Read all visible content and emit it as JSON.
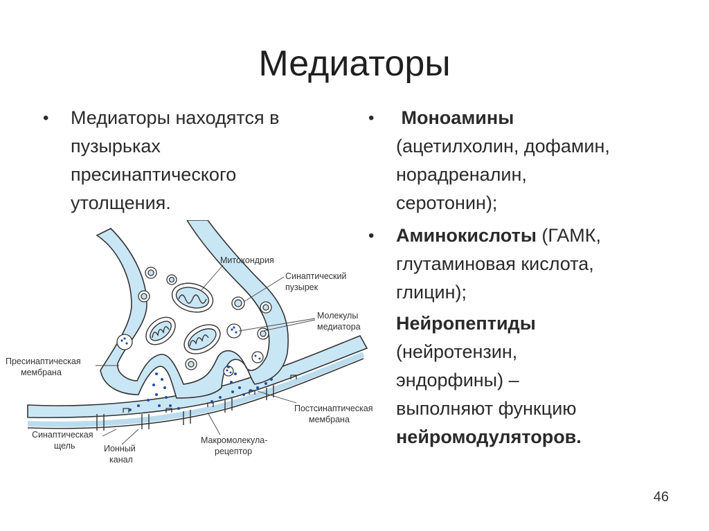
{
  "title": "Медиаторы",
  "left": {
    "bullet": "•",
    "lines": [
      "Медиаторы находятся в",
      "пузырьках",
      "пресинаптического",
      "утолщения."
    ]
  },
  "right": {
    "bullet": "•",
    "item1": {
      "bold": "Моноамины",
      "lines": [
        "(ацетилхолин, дофамин,",
        "норадреналин,",
        "серотонин);"
      ]
    },
    "item2": {
      "bold": "Аминокислоты",
      "rest": " (ГАМК,",
      "lines": [
        "глутаминовая кислота,",
        "глицин);"
      ]
    },
    "item3": {
      "bold": "Нейропептиды",
      "lines": [
        "(нейротензин,",
        "эндорфины) –",
        "выполняют функцию"
      ],
      "bold_end": "нейромодуляторов."
    }
  },
  "diagram": {
    "labels": {
      "mitochondria": "Митохондрия",
      "vesicle1": "Синаптический",
      "vesicle2": "пузырек",
      "molecules1": "Молекулы",
      "molecules2": "медиатора",
      "presyn1": "Пресинаптическая",
      "presyn2": "мембрана",
      "postsyn1": "Постсинаптическая",
      "postsyn2": "мембрана",
      "cleft1": "Синаптическая",
      "cleft2": "щель",
      "channel1": "Ионный",
      "channel2": "канал",
      "receptor1": "Макромолекула-",
      "receptor2": "рецептор"
    },
    "colors": {
      "membrane": "#c9e6f5",
      "outline": "#333333",
      "dots": "#1f4ea8"
    }
  },
  "page_number": "46"
}
